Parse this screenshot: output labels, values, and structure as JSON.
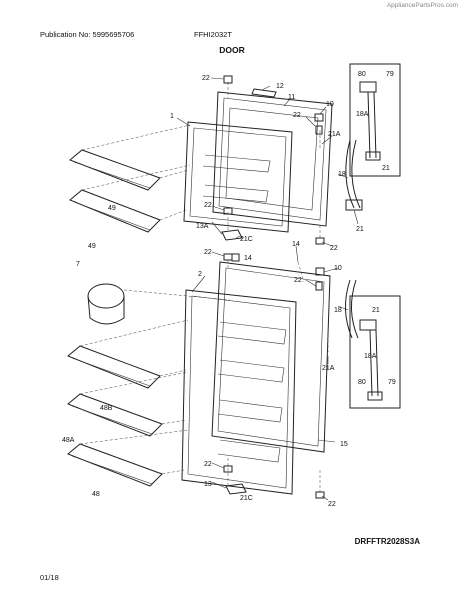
{
  "header": {
    "site": "AppliancePartsPros.com",
    "publication": "Publication No: 5995695706",
    "model": "FFHI2032T",
    "section_title": "DOOR"
  },
  "footer": {
    "diagram_code": "DRFFTR2028S3A",
    "date": "01/18"
  },
  "callouts": {
    "c22a": "22",
    "c12": "12",
    "c11": "11",
    "c10a": "10",
    "c22b": "22",
    "c1": "1",
    "c21Aa": "21A",
    "c18a": "18",
    "c21a": "21",
    "c49a": "49",
    "c49b": "49",
    "c22c": "22",
    "c13A": "13A",
    "c21Ca": "21C",
    "c22d": "22",
    "c14a": "14",
    "c14b": "14",
    "c22e": "22",
    "c10b": "10",
    "c22f": "22",
    "c7": "7",
    "c2": "2",
    "c18b": "18",
    "c21Ab": "21A",
    "c48B": "48B",
    "c48A": "48A",
    "c48": "48",
    "c15": "15",
    "c22g": "22",
    "c13": "13",
    "c21Cb": "21C",
    "c22h": "22",
    "in80a": "80",
    "in79a": "79",
    "in18A": "18A",
    "in21a": "21",
    "in21b": "21",
    "in18Ab": "18A",
    "in80b": "80",
    "in79b": "79"
  }
}
